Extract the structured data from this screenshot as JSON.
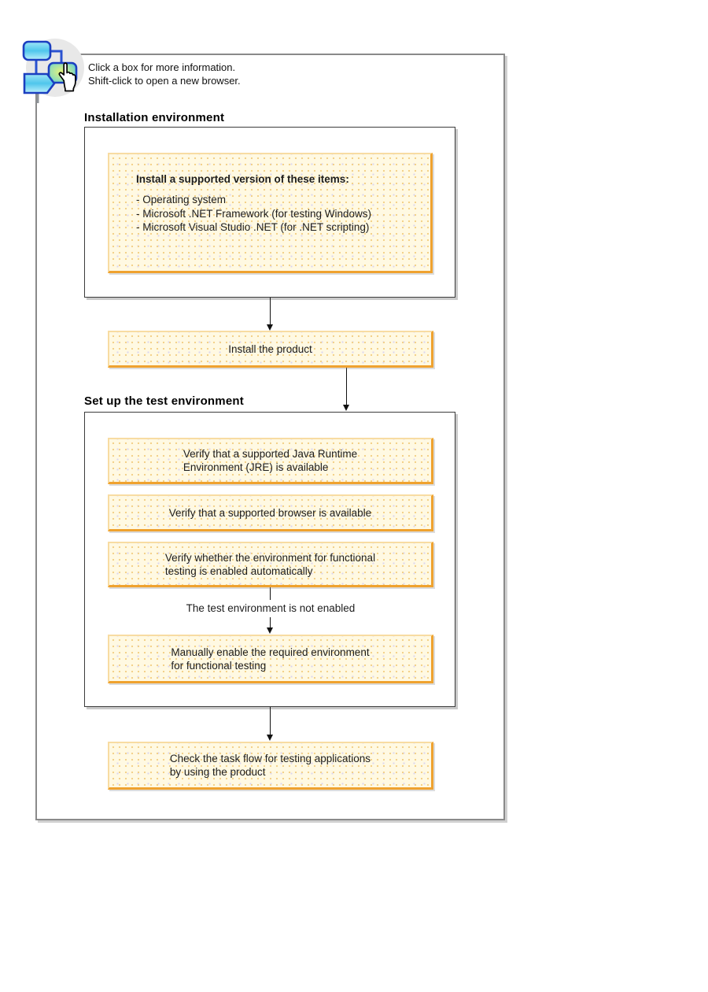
{
  "header": {
    "instruction_line1": "Click a box for more information.",
    "instruction_line2": "Shift-click to open a new browser."
  },
  "installation": {
    "heading": "Installation environment",
    "prerequisites": {
      "title": "Install a supported version of these items:",
      "items": [
        "- Operating system",
        "- Microsoft .NET Framework (for testing Windows)",
        "- Microsoft Visual Studio .NET (for .NET scripting)"
      ]
    },
    "install_product": "Install the product"
  },
  "setup": {
    "heading": "Set up the test environment",
    "verify_jre": {
      "line1": "Verify that a supported Java Runtime",
      "line2": "Environment (JRE) is available"
    },
    "verify_browser": "Verify that a supported browser is available",
    "verify_enabled": {
      "line1": "Verify whether the environment for functional",
      "line2": "testing is enabled automatically"
    },
    "branch_label": "The test environment is not enabled",
    "manual_enable": {
      "line1": "Manually enable the required environment",
      "line2": "for functional testing"
    }
  },
  "final": {
    "check_flow": {
      "line1": "Check the task flow for testing applications",
      "line2": "by using the product"
    }
  },
  "colors": {
    "task_box_background": "#FFF9E2",
    "task_box_border": "#EFA22F",
    "frame_border": "#8A8A8A",
    "group_border": "#3C3C3C",
    "icon_outline_blue": "#1B3FC0",
    "icon_cyan": "#5BC8EE",
    "icon_highlight_green": "#D9EC6A",
    "text": "#1C1C1C"
  }
}
